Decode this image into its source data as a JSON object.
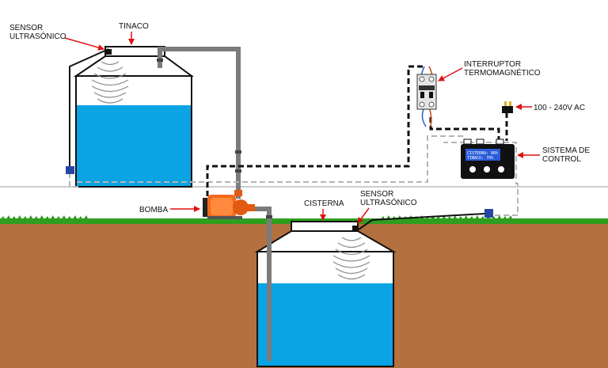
{
  "labels": {
    "sensor_top_line1": "SENSOR",
    "sensor_top_line2": "ULTRASÓNICO",
    "tinaco": "TINACO",
    "interruptor_line1": "INTERRUPTOR",
    "interruptor_line2": "TERMOMAGNÉTICO",
    "power": "100 - 240V AC",
    "sistema_line1": "SISTEMA DE",
    "sistema_line2": "CONTROL",
    "bomba": "BOMBA",
    "cisterna": "CISTERNA",
    "sensor_bottom_line1": "SENSOR",
    "sensor_bottom_line2": "ULTRASÓNICO"
  },
  "display": {
    "line1": "CISTERNA: 80%",
    "line2": "TINACO: 70%"
  },
  "colors": {
    "water": "#0aa4e4",
    "soil": "#b4703f",
    "grass": "#2f9e1f",
    "pipe": "#7b7b7b",
    "arrow": "#e01010",
    "pump": "#f26a1b",
    "panel": "#111111",
    "sensor_box": "#2747a5"
  }
}
